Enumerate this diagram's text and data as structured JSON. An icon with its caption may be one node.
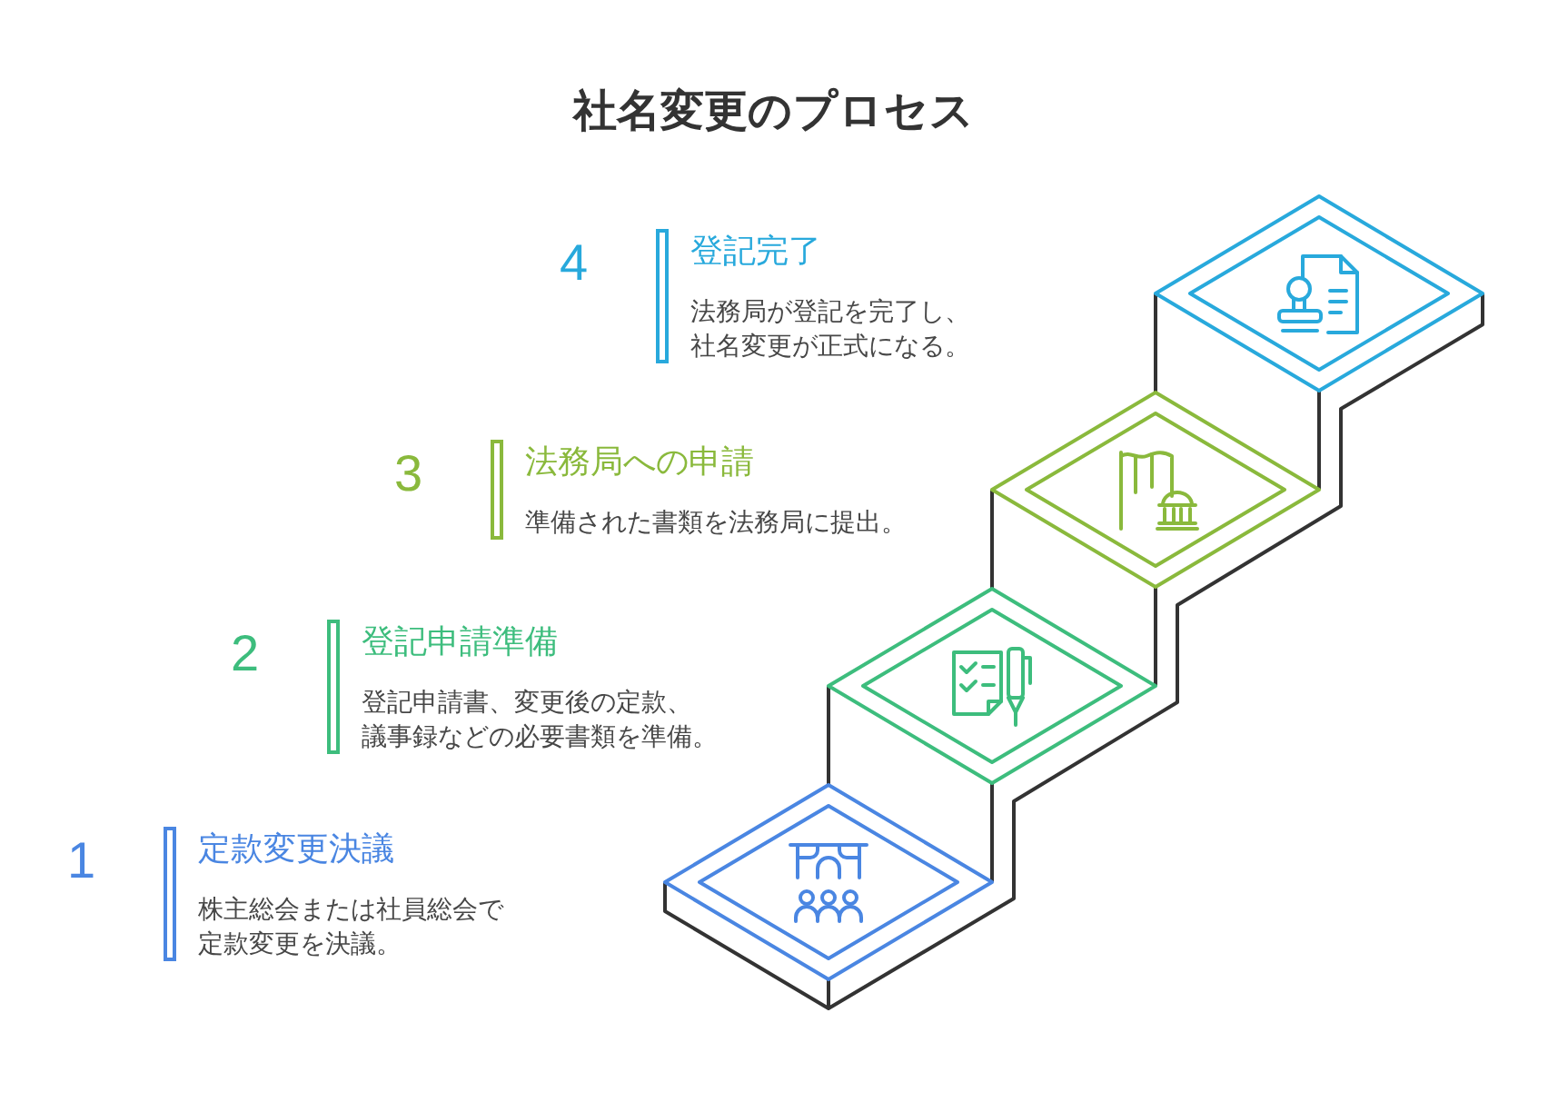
{
  "diagram": {
    "title": "社名変更のプロセス",
    "nodes": [
      {
        "text": [
          "登記完了",
          "法務局が登記を完了し、社名変更が正式になる。"
        ],
        "beside": [
          "4"
        ]
      },
      {
        "text": [
          "法務局への申請",
          "準備された書類を法務局に提出。"
        ],
        "beside": [
          "3"
        ]
      },
      {
        "text": [
          "登記申請準備",
          "登記申請書、変更後の定款、議事録などの必要書類を準備。"
        ],
        "beside": [
          "2"
        ]
      },
      {
        "text": [
          "定款変更決議",
          "株主総会または社員総会で定款変更を決議。"
        ],
        "beside": [
          "1"
        ]
      }
    ]
  }
}
